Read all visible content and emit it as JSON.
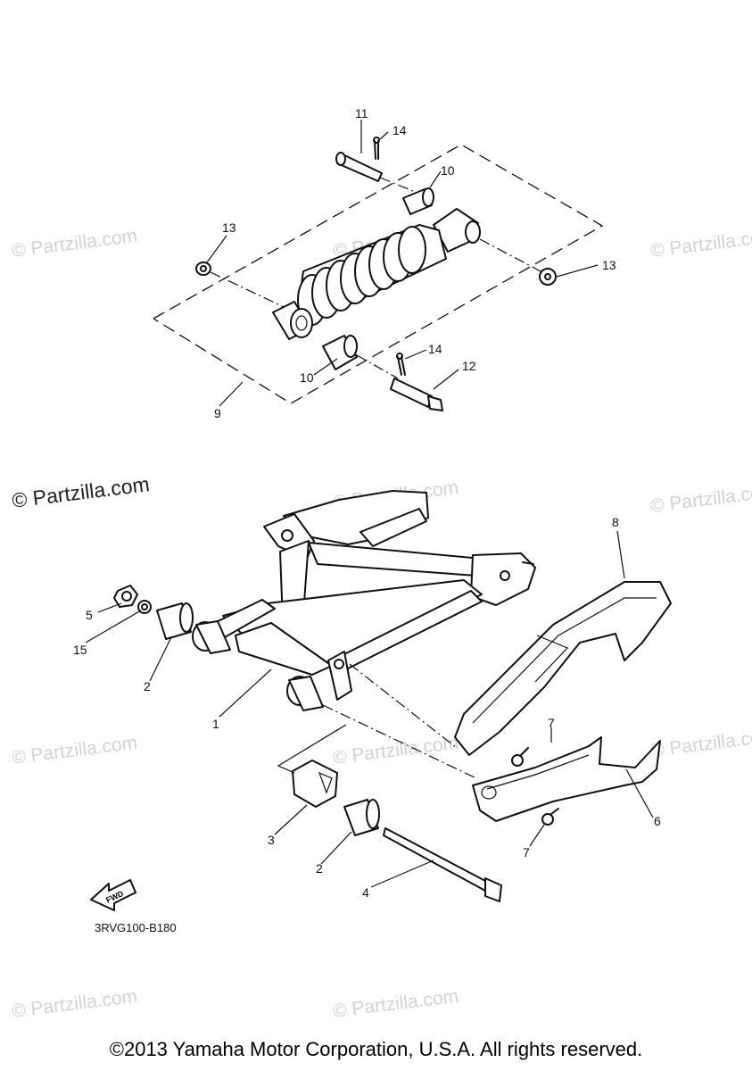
{
  "watermarks": [
    "© Partzilla.com",
    "© Partzilla.com",
    "© Partzilla.com",
    "© Partzilla.com",
    "© Partzilla.com",
    "© Partzilla.com",
    "© Partzilla.com",
    "© Partzilla.com",
    "© Partzilla.com",
    "© Partzilla.com"
  ],
  "watermark_main": "© Partzilla.com",
  "callouts": [
    "11",
    "14",
    "10",
    "13",
    "13",
    "10",
    "14",
    "12",
    "9",
    "8",
    "5",
    "15",
    "2",
    "1",
    "7",
    "3",
    "2",
    "7",
    "6",
    "4"
  ],
  "fwd_label": "FWD",
  "diagram_code": "3RVG100-B180",
  "copyright": "©2013 Yamaha Motor Corporation, U.S.A. All rights reserved."
}
